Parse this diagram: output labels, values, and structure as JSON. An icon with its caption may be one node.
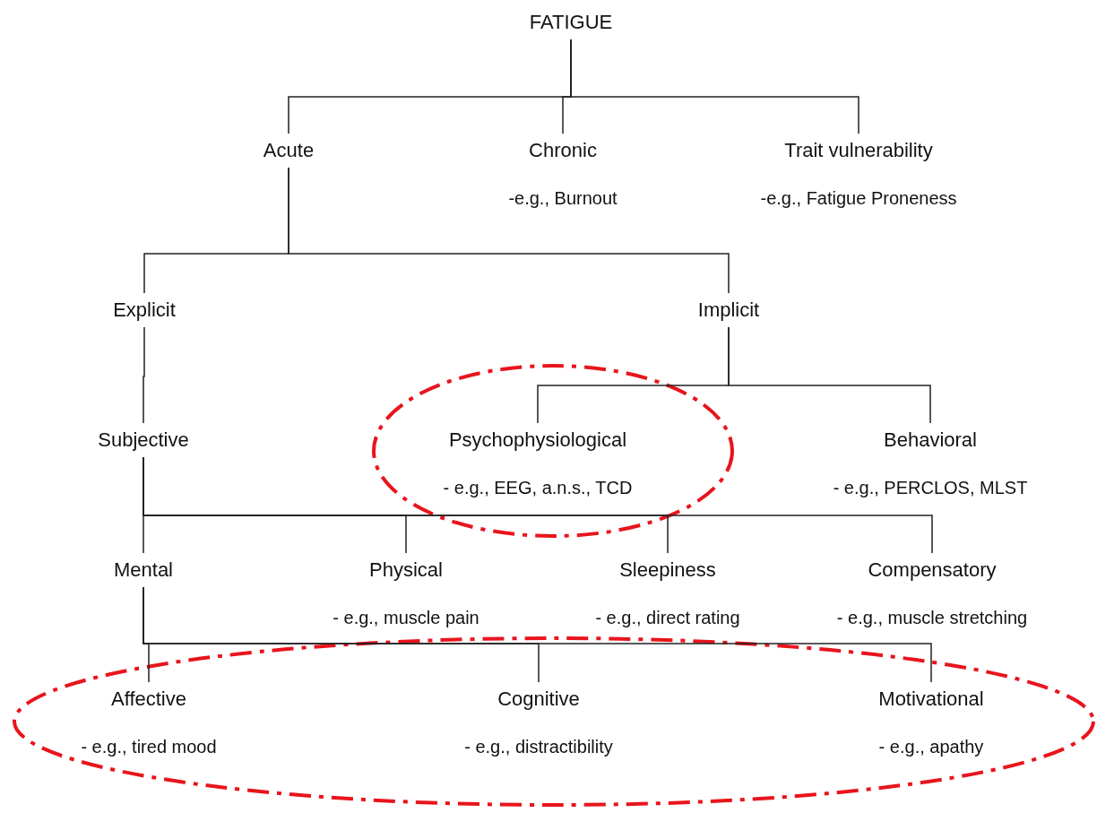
{
  "diagram": {
    "nodes": [
      {
        "text": [
          "FATIGUE"
        ]
      },
      {
        "text": [
          "Acute"
        ]
      },
      {
        "text": [
          "Chronic",
          "-e.g., Burnout"
        ]
      },
      {
        "text": [
          "Trait vulnerability",
          "-e.g., Fatigue Proneness"
        ]
      },
      {
        "text": [
          "Explicit"
        ]
      },
      {
        "text": [
          "Implicit"
        ]
      },
      {
        "text": [
          "Subjective"
        ]
      },
      {
        "text": [
          "Psychophysiological",
          "- e.g., EEG,  a.n.s., TCD"
        ]
      },
      {
        "text": [
          "Behavioral",
          "- e.g., PERCLOS, MLST"
        ]
      },
      {
        "text": [
          "Mental"
        ]
      },
      {
        "text": [
          "Physical",
          "- e.g., muscle pain"
        ]
      },
      {
        "text": [
          "Sleepiness",
          "- e.g., direct rating"
        ]
      },
      {
        "text": [
          "Compensatory",
          "- e.g., muscle stretching"
        ]
      },
      {
        "text": [
          "Affective",
          "- e.g., tired mood"
        ]
      },
      {
        "text": [
          "Cognitive",
          "- e.g., distractibility"
        ]
      },
      {
        "text": [
          "Motivational",
          "- e.g., apathy"
        ]
      }
    ],
    "edges": [
      {
        "from": 0,
        "to": 1,
        "arrow": "none"
      },
      {
        "from": 0,
        "to": 2,
        "arrow": "none"
      },
      {
        "from": 0,
        "to": 3,
        "arrow": "none"
      },
      {
        "from": 1,
        "to": 4,
        "arrow": "none"
      },
      {
        "from": 1,
        "to": 5,
        "arrow": "none"
      },
      {
        "from": 4,
        "to": 6,
        "arrow": "none"
      },
      {
        "from": 5,
        "to": 7,
        "arrow": "none"
      },
      {
        "from": 5,
        "to": 8,
        "arrow": "none"
      },
      {
        "from": 6,
        "to": 9,
        "arrow": "none"
      },
      {
        "from": 6,
        "to": 10,
        "arrow": "none"
      },
      {
        "from": 6,
        "to": 11,
        "arrow": "none"
      },
      {
        "from": 6,
        "to": 12,
        "arrow": "none"
      },
      {
        "from": 9,
        "to": 13,
        "arrow": "none"
      },
      {
        "from": 9,
        "to": 14,
        "arrow": "none"
      },
      {
        "from": 9,
        "to": 15,
        "arrow": "none"
      }
    ]
  }
}
